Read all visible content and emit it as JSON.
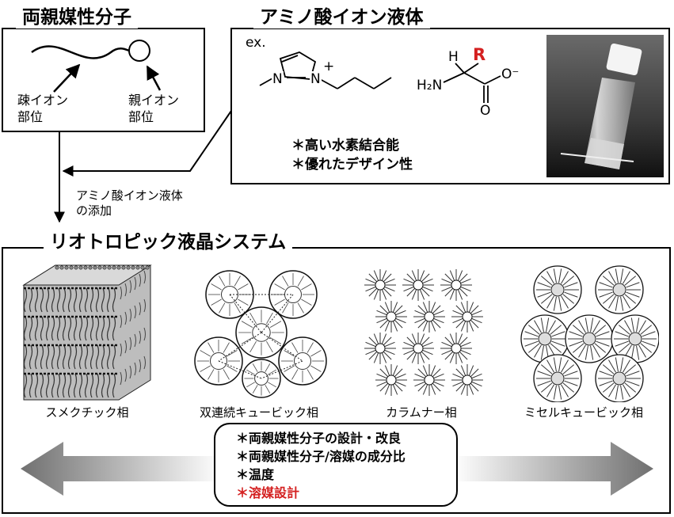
{
  "amphiphile": {
    "title": "両親媒性分子",
    "label_left_1": "疎イオン",
    "label_left_2": "部位",
    "label_right_1": "親イオン",
    "label_right_2": "部位"
  },
  "ionic_liquid": {
    "title": "アミノ酸イオン液体",
    "ex": "ex.",
    "cation_n1": "N",
    "cation_n2": "N",
    "cation_plus": "+",
    "anion_h": "H",
    "anion_r": "R",
    "anion_h2n": "H₂N",
    "anion_o_top": "O⁻",
    "anion_o_bottom": "O",
    "feature_1": "＊高い水素結合能",
    "feature_2": "＊優れたデザイン性",
    "r_color": "#d42020"
  },
  "addition": {
    "line1": "アミノ酸イオン液体",
    "line2": "の添加"
  },
  "lyotropic": {
    "title": "リオトロピック液晶システム",
    "phases": [
      "スメクチック相",
      "双連続キュービック相",
      "カラムナー相",
      "ミセルキュービック相"
    ],
    "factors": [
      {
        "text": "＊両親媒性分子の設計・改良",
        "color": "#000000"
      },
      {
        "text": "＊両親媒性分子/溶媒の成分比",
        "color": "#000000"
      },
      {
        "text": "＊温度",
        "color": "#000000"
      },
      {
        "text": "＊溶媒設計",
        "color": "#d42020"
      }
    ]
  }
}
